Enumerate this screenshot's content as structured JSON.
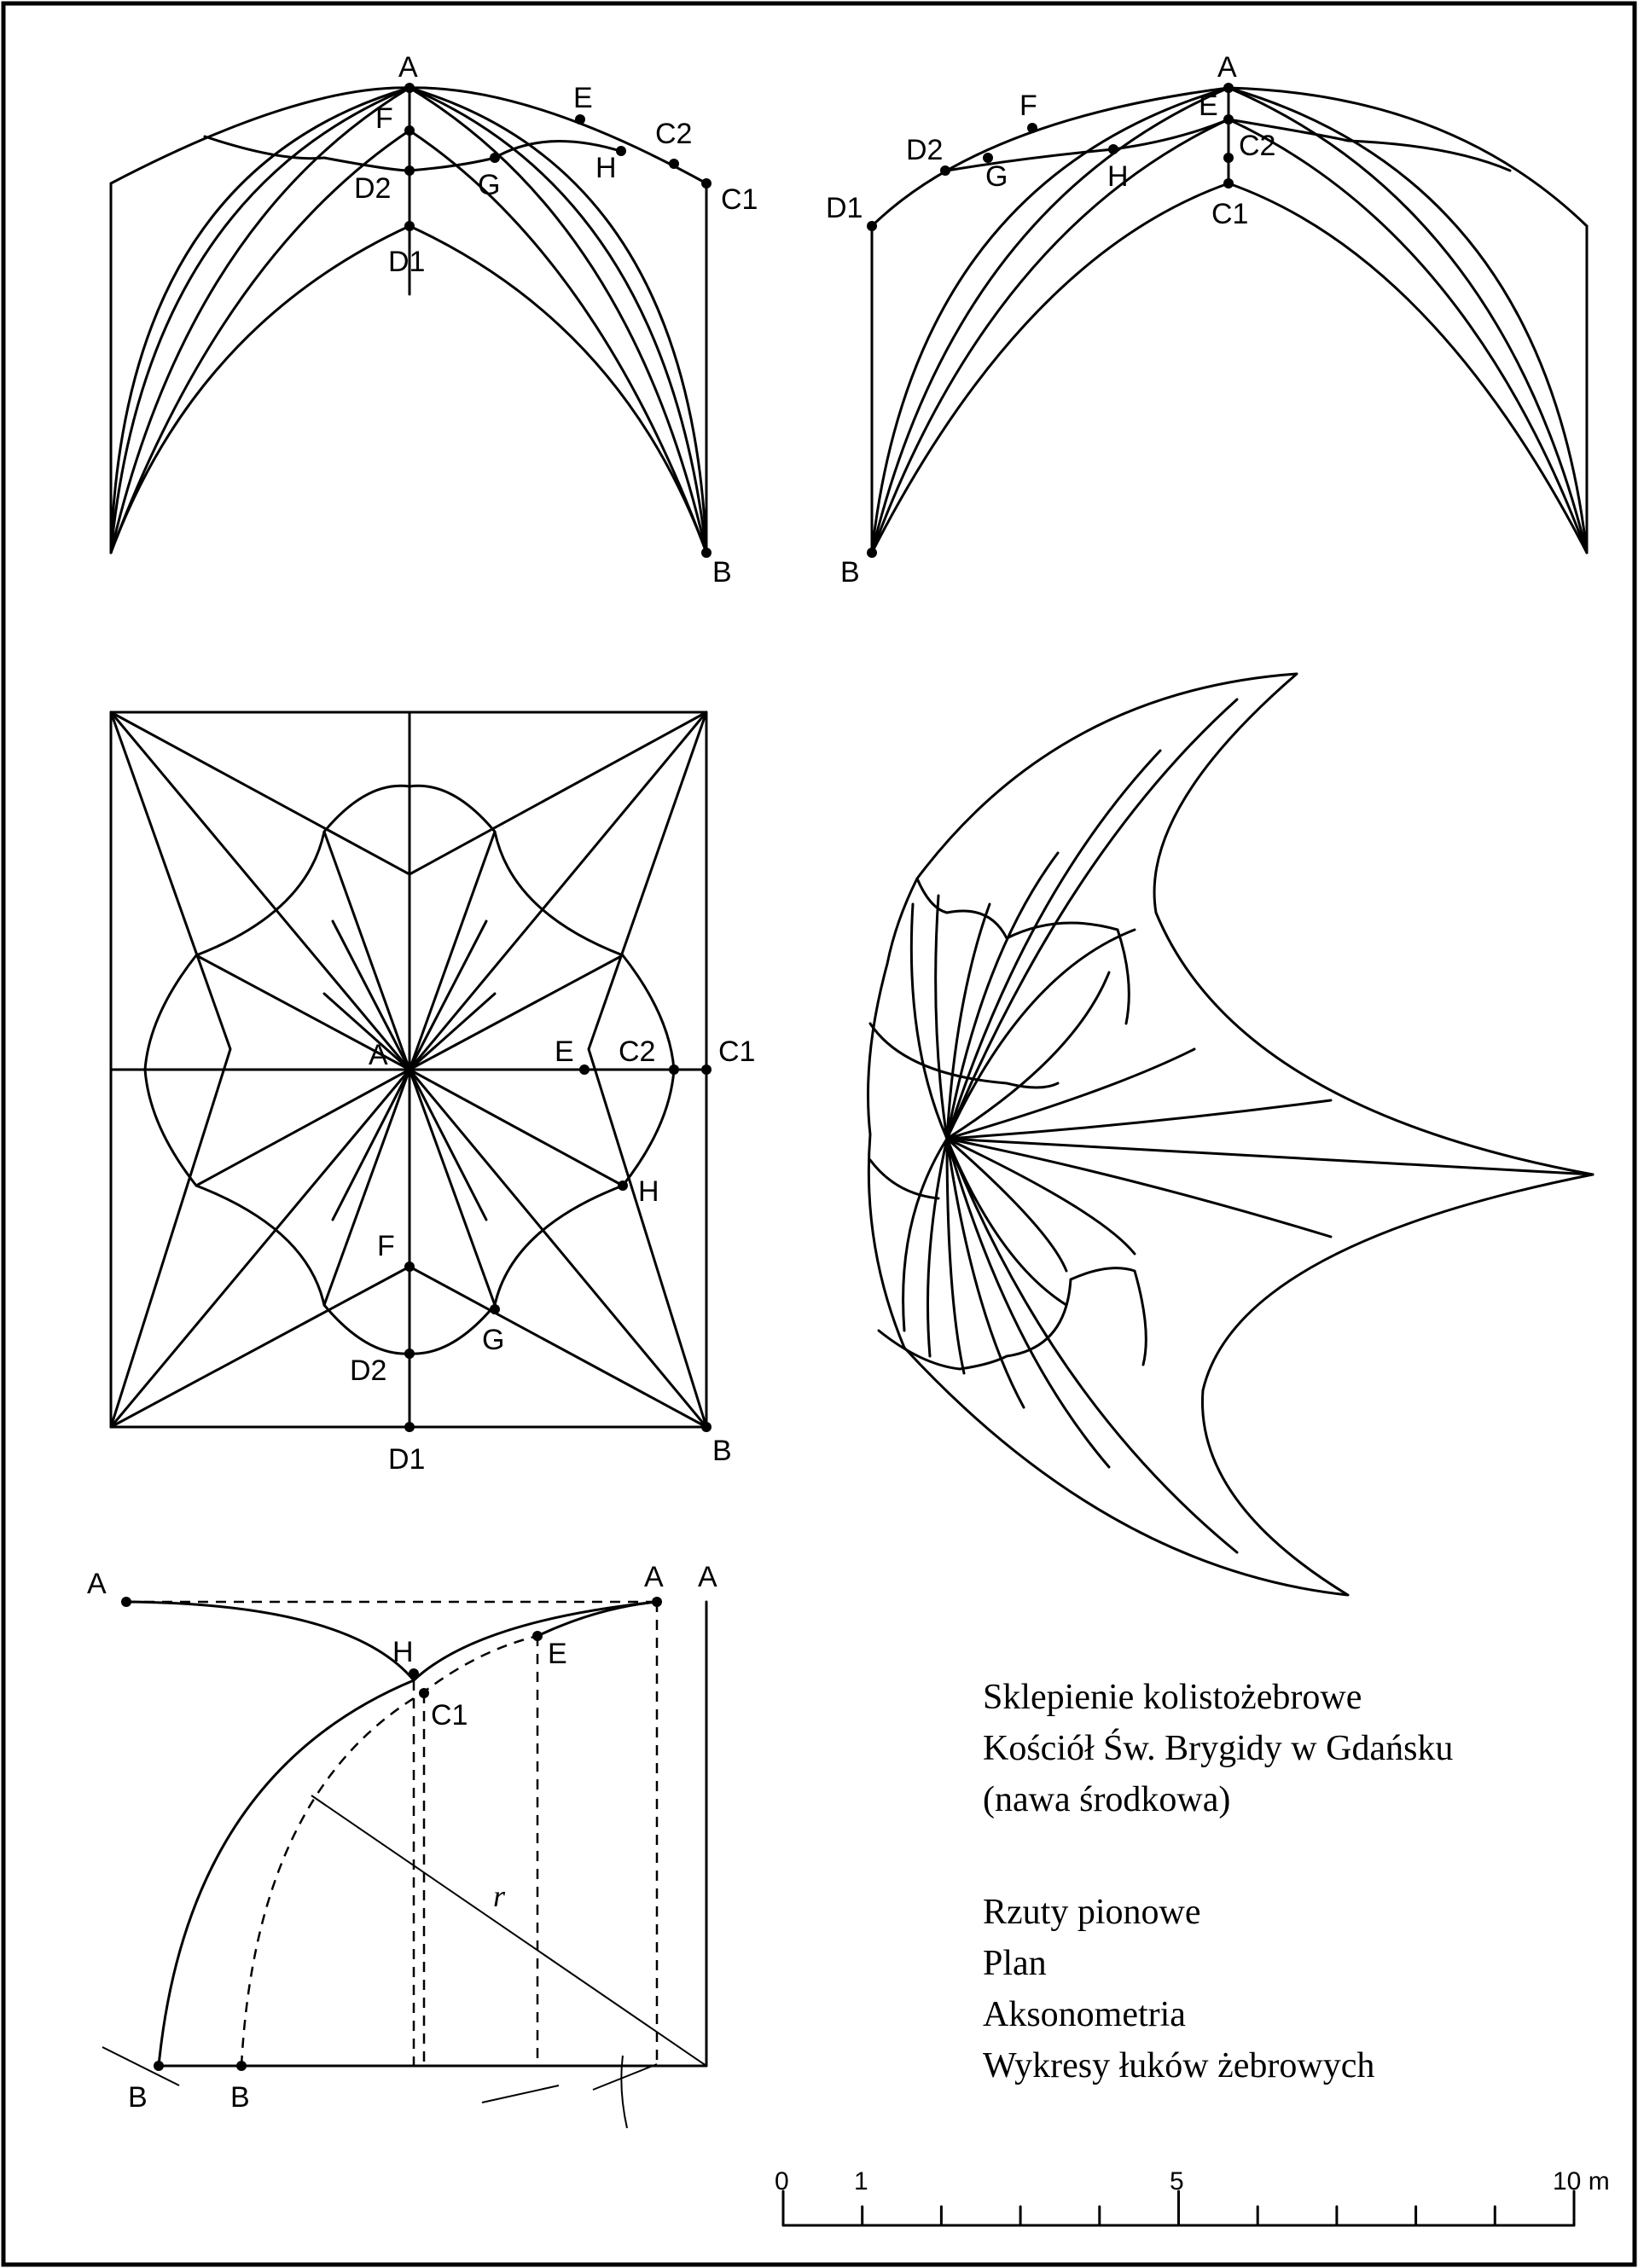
{
  "caption": {
    "lines": [
      "Sklepienie kolistożebrowe",
      "Kościół Św. Brygidy w Gdańsku",
      "(nawa środkowa)",
      "",
      "Rzuty pionowe",
      "Plan",
      "Aksonometria",
      "Wykresy łuków żebrowych"
    ]
  },
  "elevation_left": {
    "labels": {
      "A": "A",
      "E": "E",
      "F": "F",
      "C2": "C2",
      "H": "H",
      "D2": "D2",
      "G": "G",
      "C1": "C1",
      "D1": "D1",
      "B": "B"
    }
  },
  "elevation_right": {
    "labels": {
      "A": "A",
      "F": "F",
      "E": "E",
      "D2": "D2",
      "C2": "C2",
      "G": "G",
      "H": "H",
      "D1": "D1",
      "C1": "C1",
      "B": "B"
    }
  },
  "plan": {
    "labels": {
      "A": "A",
      "E": "E",
      "C2": "C2",
      "C1": "C1",
      "H": "H",
      "F": "F",
      "G": "G",
      "D2": "D2",
      "D1": "D1",
      "B": "B"
    }
  },
  "arc_diagram": {
    "labels": {
      "A1": "A",
      "A2": "A",
      "A3": "A",
      "H": "H",
      "E": "E",
      "C1": "C1",
      "r": "r",
      "B1": "B",
      "B2": "B"
    }
  },
  "scale_bar": {
    "ticks": [
      "0",
      "1",
      "5",
      "10 m"
    ],
    "divisions": 10
  }
}
